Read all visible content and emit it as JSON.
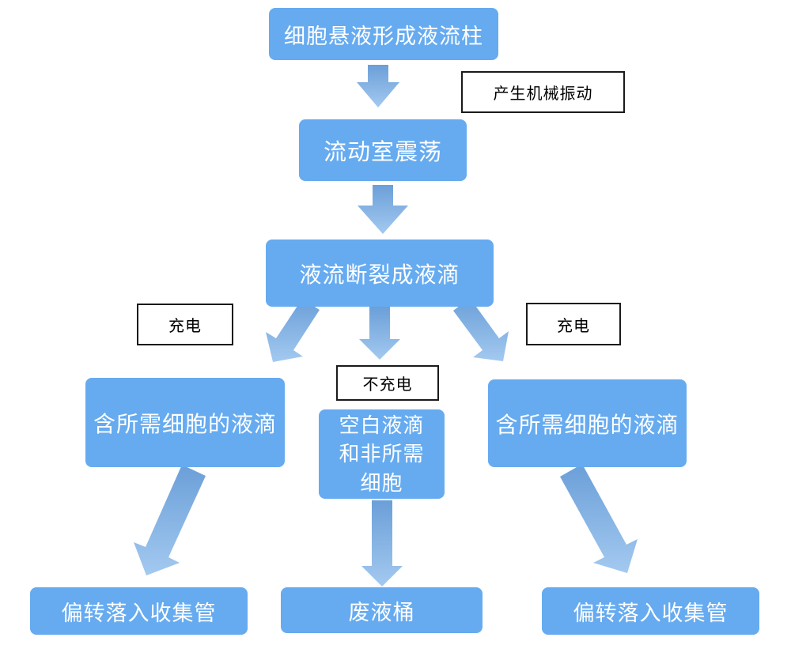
{
  "colors": {
    "node_fill": "#66ABF0",
    "node_text": "#FFFFFF",
    "arrow_gradient_top": "#6B9FD8",
    "arrow_gradient_bottom": "#A3C9F0",
    "annotation_border": "#1A1A1A",
    "annotation_text": "#000000",
    "background": "#FFFFFF"
  },
  "nodes": {
    "cell_suspension": {
      "label": "细胞悬液形成液流柱"
    },
    "flow_chamber": {
      "label": "流动室震荡"
    },
    "droplet_breakup": {
      "label": "液流断裂成液滴"
    },
    "desired_left": {
      "label": "含所需细胞的液滴"
    },
    "blank_droplets": {
      "label": "空白液滴\n和非所需\n细胞"
    },
    "desired_right": {
      "label": "含所需细胞的液滴"
    },
    "collect_left": {
      "label": "偏转落入收集管"
    },
    "waste_bucket": {
      "label": "废液桶"
    },
    "collect_right": {
      "label": "偏转落入收集管"
    }
  },
  "annotations": {
    "mechanical_vibration": {
      "label": "产生机械振动"
    },
    "charge_left": {
      "label": "充电"
    },
    "no_charge": {
      "label": "不充电"
    },
    "charge_right": {
      "label": "充电"
    }
  }
}
